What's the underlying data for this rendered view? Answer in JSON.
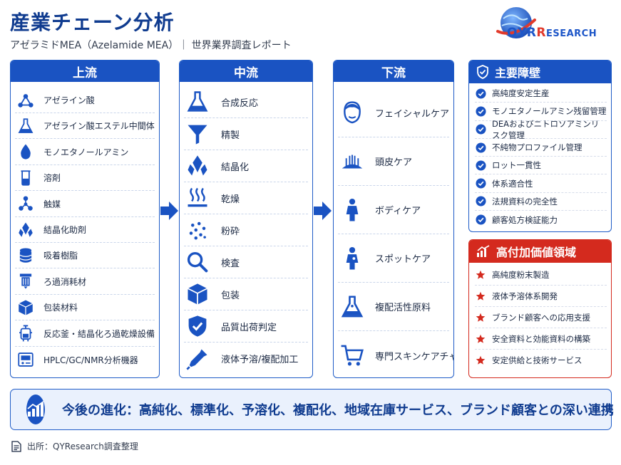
{
  "header": {
    "title": "産業チェーン分析",
    "subtitle": "アゼラミドMEA（Azelamide MEA）｜ 世界業界調査レポート",
    "logo_text": "QYR",
    "logo_text2": "ESEARCH",
    "logo_text_r": "R"
  },
  "upstream": {
    "title": "上流",
    "items": [
      {
        "icon": "molecule-icon",
        "label": "アゼライン酸"
      },
      {
        "icon": "flask-icon",
        "label": "アゼライン酸エステル中間体"
      },
      {
        "icon": "drop-icon",
        "label": "モノエタノールアミン"
      },
      {
        "icon": "beaker-icon",
        "label": "溶剤"
      },
      {
        "icon": "catalyst-icon",
        "label": "触媒"
      },
      {
        "icon": "crystal-icon",
        "label": "結晶化助剤"
      },
      {
        "icon": "resin-icon",
        "label": "吸着樹脂"
      },
      {
        "icon": "filter-icon",
        "label": "ろ過消耗材"
      },
      {
        "icon": "box-icon",
        "label": "包装材料"
      },
      {
        "icon": "reactor-icon",
        "label": "反応釜・結晶化ろ過乾燥設備"
      },
      {
        "icon": "instrument-icon",
        "label": "HPLC/GC/NMR分析機器"
      }
    ]
  },
  "midstream": {
    "title": "中流",
    "items": [
      {
        "icon": "flask-icon",
        "label": "合成反応"
      },
      {
        "icon": "funnel-icon",
        "label": "精製"
      },
      {
        "icon": "crystal-icon",
        "label": "結晶化"
      },
      {
        "icon": "heat-icon",
        "label": "乾燥"
      },
      {
        "icon": "powder-icon",
        "label": "粉砕"
      },
      {
        "icon": "magnifier-icon",
        "label": "検査"
      },
      {
        "icon": "box-icon",
        "label": "包装"
      },
      {
        "icon": "shield-check-icon",
        "label": "品質出荷判定"
      },
      {
        "icon": "dropper-icon",
        "label": "液体予溶/複配加工"
      }
    ]
  },
  "downstream": {
    "title": "下流",
    "items": [
      {
        "icon": "face-icon",
        "label": "フェイシャルケア"
      },
      {
        "icon": "scalp-icon",
        "label": "頭皮ケア"
      },
      {
        "icon": "body-icon",
        "label": "ボディケア"
      },
      {
        "icon": "spot-icon",
        "label": "スポットケア"
      },
      {
        "icon": "formula-icon",
        "label": "複配活性原料"
      },
      {
        "icon": "cart-icon",
        "label": "専門スキンケアチャネル"
      }
    ]
  },
  "barriers": {
    "title": "主要障壁",
    "items": [
      "高純度安定生産",
      "モノエタノールアミン残留管理",
      "DEAおよびニトロソアミンリスク管理",
      "不純物プロファイル管理",
      "ロット一貫性",
      "体系適合性",
      "法規資料の完全性",
      "顧客処方検証能力"
    ]
  },
  "value_added": {
    "title": "高付加価値領域",
    "items": [
      "高純度粉末製造",
      "液体予溶体系開発",
      "ブランド顧客への応用支援",
      "安全資料と効能資料の構築",
      "安定供給と技術サービス"
    ]
  },
  "banner": {
    "text": "今後の進化：高純化、標準化、予溶化、複配化、地域在庫サービス、ブランド顧客との深い連携"
  },
  "source": {
    "text": "出所：QYResearch調査整理"
  },
  "colors": {
    "primary": "#1a53c2",
    "accent_red": "#d42a1e",
    "banner_bg": "#eaf1fd"
  }
}
